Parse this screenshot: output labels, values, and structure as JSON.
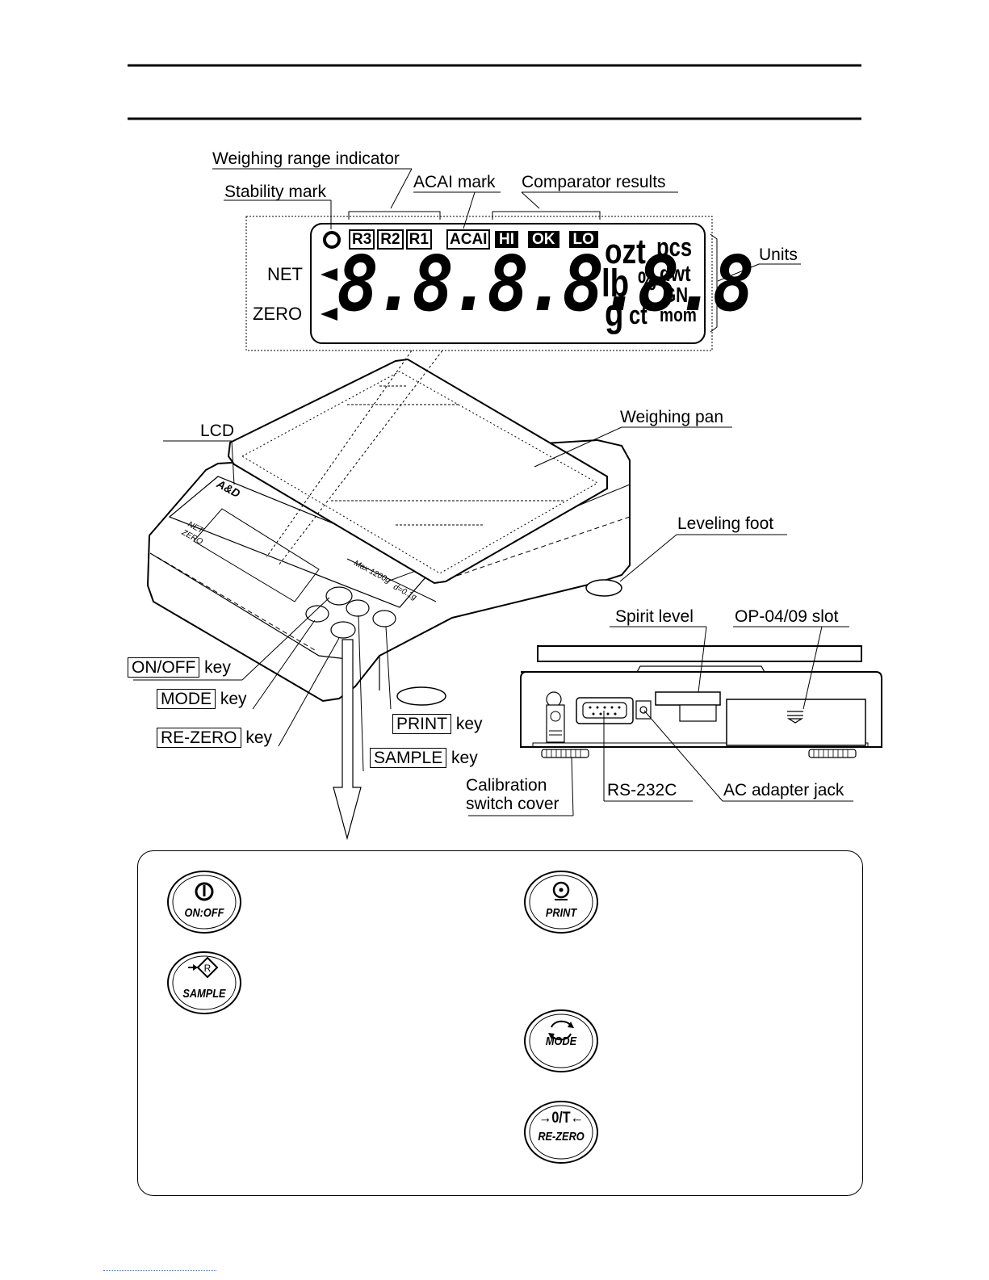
{
  "labels": {
    "weighing_range_indicator": "Weighing range indicator",
    "acai_mark": "ACAI mark",
    "comparator_results": "Comparator results",
    "stability_mark": "Stability mark",
    "units": "Units",
    "weighing_pan": "Weighing pan",
    "lcd": "LCD",
    "leveling_foot": "Leveling foot",
    "spirit_level": "Spirit level",
    "op_slot": "OP-04/09 slot",
    "rs232c": "RS-232C",
    "ac_adapter_jack": "AC adapter jack",
    "calibration_line1": "Calibration",
    "calibration_line2": "switch cover",
    "key_word": "key"
  },
  "key_names": {
    "on_off": "ON/OFF",
    "mode": "MODE",
    "re_zero": "RE-ZERO",
    "print": "PRINT",
    "sample": "SAMPLE"
  },
  "lcd": {
    "net": "NET",
    "zero": "ZERO",
    "range_marks": [
      "R3",
      "R2",
      "R1"
    ],
    "acai": "ACAI",
    "comparator": [
      "HI",
      "OK",
      "LO"
    ],
    "digits": "8.8.8.8.8.8",
    "units": {
      "ozt": "ozt",
      "pcs": "pcs",
      "lb": "lb",
      "pct": "%",
      "dwt": "dwt",
      "gn": "GN",
      "g": "g",
      "ct": "ct",
      "mom": "mom"
    }
  },
  "balance": {
    "brand": "A&D",
    "net": "NET",
    "zero": "ZERO",
    "capacity": "Max 1200g",
    "division": "d=0.1g"
  },
  "buttons": {
    "on_off": "ON:OFF",
    "sample": "SAMPLE",
    "print": "PRINT",
    "mode": "MODE",
    "re_zero": "RE-ZERO",
    "re_zero_symbol": "→0/T←"
  },
  "colors": {
    "line": "#000000",
    "background": "#ffffff"
  }
}
